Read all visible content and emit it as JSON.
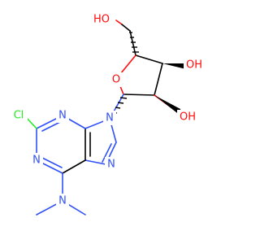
{
  "molecule": {
    "atoms": [
      {
        "id": "o_ch2oh",
        "text": "HO",
        "element": "O"
      },
      {
        "id": "o3",
        "text": "OH",
        "element": "O"
      },
      {
        "id": "o2",
        "text": "OH",
        "element": "O"
      },
      {
        "id": "o_ring",
        "text": "O",
        "element": "O"
      },
      {
        "id": "n9",
        "text": "N",
        "element": "N"
      },
      {
        "id": "n3",
        "text": "N",
        "element": "N"
      },
      {
        "id": "n1",
        "text": "N",
        "element": "N"
      },
      {
        "id": "n7",
        "text": "N",
        "element": "N"
      },
      {
        "id": "n6",
        "text": "N",
        "element": "N"
      },
      {
        "id": "cl",
        "text": "Cl",
        "element": "Cl"
      }
    ],
    "colors": {
      "carbon": "#000000",
      "oxygen": "#ff0d0d",
      "nitrogen": "#3050f8",
      "chlorine": "#1ff01f",
      "background": "#ffffff"
    }
  }
}
